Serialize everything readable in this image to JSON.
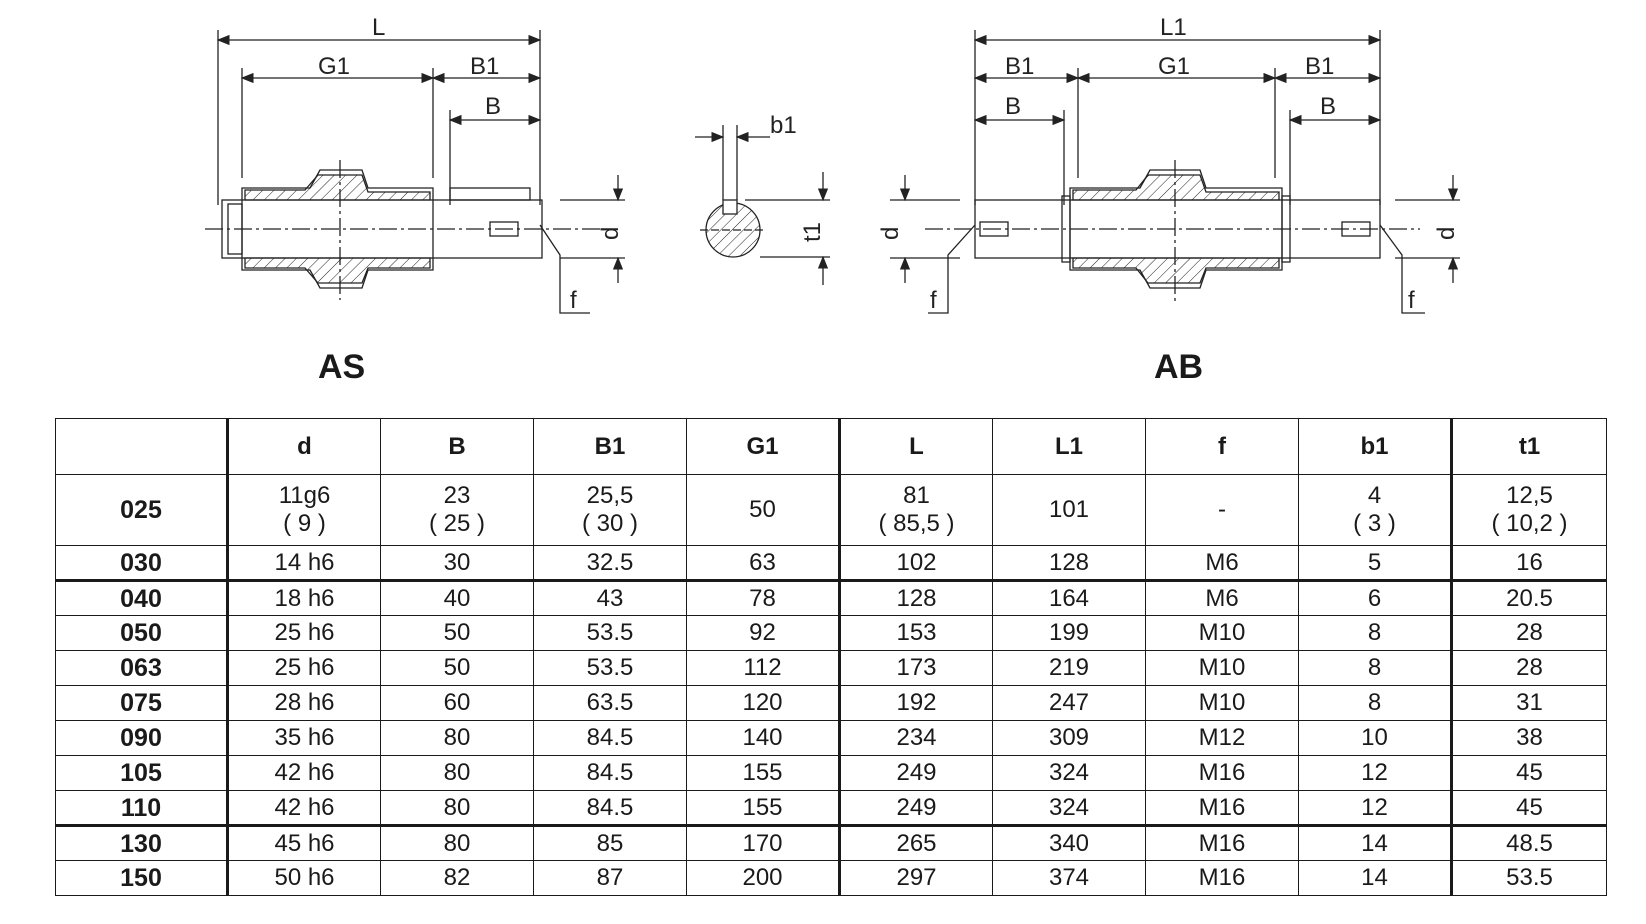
{
  "views": {
    "left": {
      "title": "AS"
    },
    "right": {
      "title": "AB"
    }
  },
  "dim_labels": {
    "L": "L",
    "L1": "L1",
    "G1": "G1",
    "B1": "B1",
    "B": "B",
    "b1": "b1",
    "t1": "t1",
    "d": "d",
    "f": "f"
  },
  "table": {
    "headers": [
      "",
      "d",
      "B",
      "B1",
      "G1",
      "L",
      "L1",
      "f",
      "b1",
      "t1"
    ],
    "rows": [
      {
        "model": "025",
        "cells": [
          [
            "11g6",
            "( 9 )"
          ],
          [
            "23",
            "( 25 )"
          ],
          [
            "25,5",
            "( 30 )"
          ],
          [
            "50"
          ],
          [
            "81",
            "( 85,5 )"
          ],
          [
            "101"
          ],
          [
            "-"
          ],
          [
            "4",
            "( 3 )"
          ],
          [
            "12,5",
            "( 10,2 )"
          ]
        ]
      },
      {
        "model": "030",
        "cells": [
          [
            "14 h6"
          ],
          [
            "30"
          ],
          [
            "32.5"
          ],
          [
            "63"
          ],
          [
            "102"
          ],
          [
            "128"
          ],
          [
            "M6"
          ],
          [
            "5"
          ],
          [
            "16"
          ]
        ]
      },
      {
        "model": "040",
        "cells": [
          [
            "18 h6"
          ],
          [
            "40"
          ],
          [
            "43"
          ],
          [
            "78"
          ],
          [
            "128"
          ],
          [
            "164"
          ],
          [
            "M6"
          ],
          [
            "6"
          ],
          [
            "20.5"
          ]
        ]
      },
      {
        "model": "050",
        "cells": [
          [
            "25 h6"
          ],
          [
            "50"
          ],
          [
            "53.5"
          ],
          [
            "92"
          ],
          [
            "153"
          ],
          [
            "199"
          ],
          [
            "M10"
          ],
          [
            "8"
          ],
          [
            "28"
          ]
        ]
      },
      {
        "model": "063",
        "cells": [
          [
            "25 h6"
          ],
          [
            "50"
          ],
          [
            "53.5"
          ],
          [
            "112"
          ],
          [
            "173"
          ],
          [
            "219"
          ],
          [
            "M10"
          ],
          [
            "8"
          ],
          [
            "28"
          ]
        ]
      },
      {
        "model": "075",
        "cells": [
          [
            "28 h6"
          ],
          [
            "60"
          ],
          [
            "63.5"
          ],
          [
            "120"
          ],
          [
            "192"
          ],
          [
            "247"
          ],
          [
            "M10"
          ],
          [
            "8"
          ],
          [
            "31"
          ]
        ]
      },
      {
        "model": "090",
        "cells": [
          [
            "35 h6"
          ],
          [
            "80"
          ],
          [
            "84.5"
          ],
          [
            "140"
          ],
          [
            "234"
          ],
          [
            "309"
          ],
          [
            "M12"
          ],
          [
            "10"
          ],
          [
            "38"
          ]
        ]
      },
      {
        "model": "105",
        "cells": [
          [
            "42 h6"
          ],
          [
            "80"
          ],
          [
            "84.5"
          ],
          [
            "155"
          ],
          [
            "249"
          ],
          [
            "324"
          ],
          [
            "M16"
          ],
          [
            "12"
          ],
          [
            "45"
          ]
        ]
      },
      {
        "model": "110",
        "cells": [
          [
            "42 h6"
          ],
          [
            "80"
          ],
          [
            "84.5"
          ],
          [
            "155"
          ],
          [
            "249"
          ],
          [
            "324"
          ],
          [
            "M16"
          ],
          [
            "12"
          ],
          [
            "45"
          ]
        ]
      },
      {
        "model": "130",
        "cells": [
          [
            "45 h6"
          ],
          [
            "80"
          ],
          [
            "85"
          ],
          [
            "170"
          ],
          [
            "265"
          ],
          [
            "340"
          ],
          [
            "M16"
          ],
          [
            "14"
          ],
          [
            "48.5"
          ]
        ]
      },
      {
        "model": "150",
        "cells": [
          [
            "50 h6"
          ],
          [
            "82"
          ],
          [
            "87"
          ],
          [
            "200"
          ],
          [
            "297"
          ],
          [
            "374"
          ],
          [
            "M16"
          ],
          [
            "14"
          ],
          [
            "53.5"
          ]
        ]
      }
    ]
  }
}
